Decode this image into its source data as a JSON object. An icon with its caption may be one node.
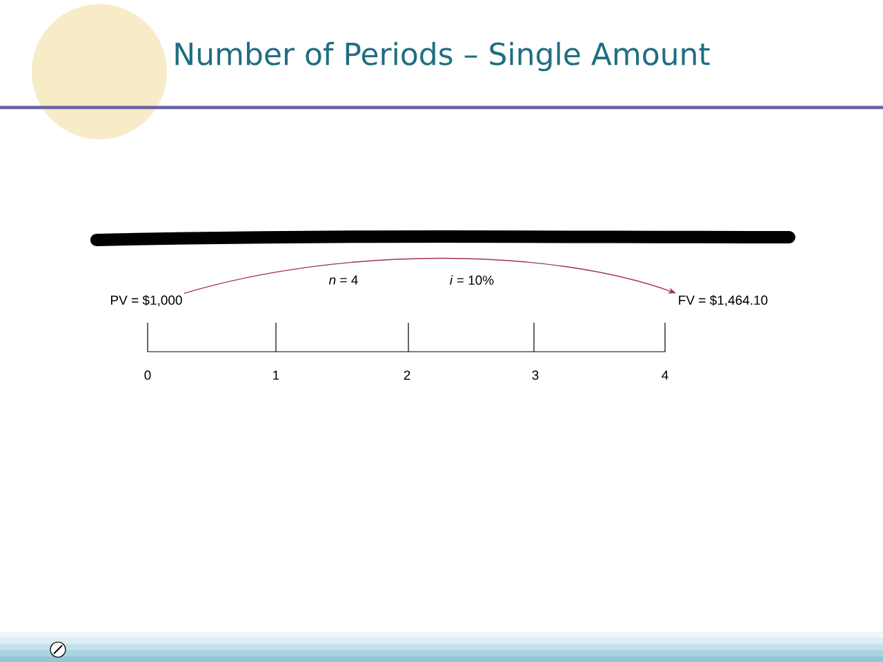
{
  "diagram": {
    "title": "Number of Periods – Single Amount",
    "nodes": [
      {
        "text": [
          "PV = $1,000"
        ]
      },
      {
        "text": [
          "FV = $1,464.10"
        ]
      }
    ],
    "edges": [
      {
        "from": 0,
        "to": 1,
        "arrow": "to",
        "color": "#a3304e"
      }
    ],
    "labels": [
      "*n* = 4",
      "*i* = 10%",
      "0",
      "1",
      "2",
      "3",
      "4"
    ]
  }
}
